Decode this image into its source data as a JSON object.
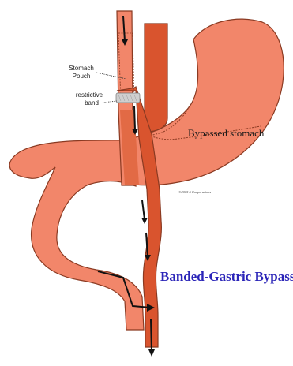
{
  "labels": {
    "stomach_pouch": [
      "Stomach",
      "Pouch"
    ],
    "restrictive_band": [
      "restrictive",
      "band"
    ],
    "bypassed_stomach": "Bypassed stomach",
    "title": "Banded-Gastric Bypass",
    "copyright": "©2005 S Corporations"
  },
  "colors": {
    "intestine_light": "#f2866a",
    "intestine_dark": "#d9542e",
    "stomach": "#f2866a",
    "outline": "#8a3a22",
    "band": "#cfcfcf",
    "title": "#2a24b8",
    "arrow": "#111111"
  }
}
